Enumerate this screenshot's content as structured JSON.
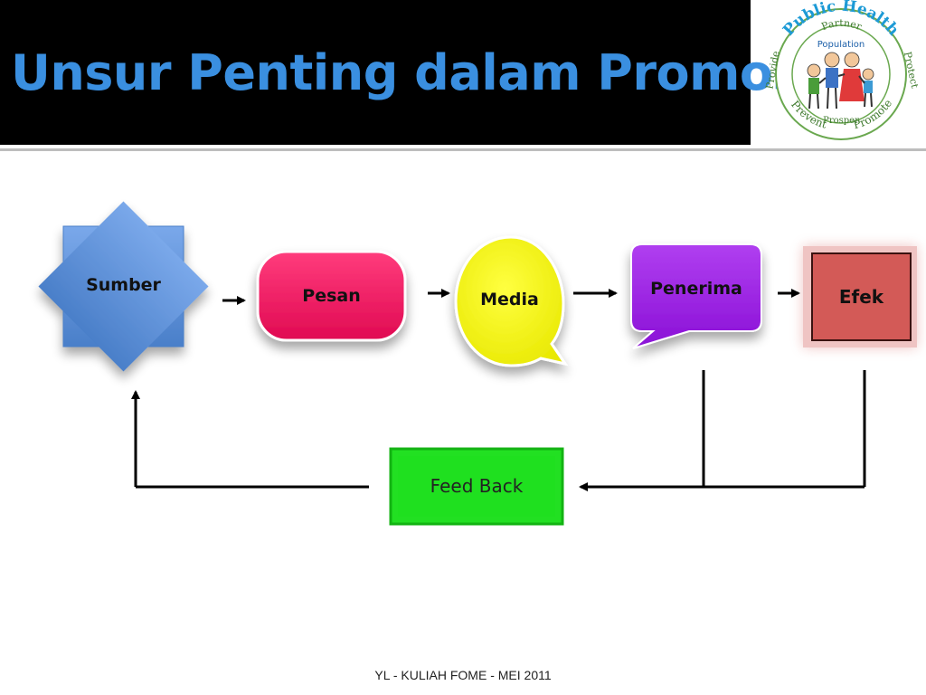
{
  "slide": {
    "title": "Unsur Penting dalam Promosi",
    "footer": "YL - KULIAH FOME - MEI 2011"
  },
  "logo": {
    "outer_text": "Public Health",
    "partner": "Partner",
    "population": "Population",
    "provide": "Provide",
    "protect": "Protect",
    "prevent": "Prevent",
    "promote": "Promote",
    "prosper": "Prosper"
  },
  "diagram": {
    "nodes": [
      {
        "id": "sumber",
        "label": "Sumber",
        "shape": "star",
        "color": "#5b8fd6"
      },
      {
        "id": "pesan",
        "label": "Pesan",
        "shape": "rounded-rectangle",
        "color": "#f0125c"
      },
      {
        "id": "media",
        "label": "Media",
        "shape": "speech-bubble-oval",
        "color": "#f4f40a"
      },
      {
        "id": "penerima",
        "label": "Penerima",
        "shape": "speech-bubble-rect",
        "color": "#9b1de0"
      },
      {
        "id": "efek",
        "label": "Efek",
        "shape": "rectangle",
        "color": "#d35a57"
      },
      {
        "id": "feedback",
        "label": "Feed Back",
        "shape": "rectangle",
        "color": "#1fe01f"
      }
    ],
    "edges": [
      {
        "from": "sumber",
        "to": "pesan"
      },
      {
        "from": "pesan",
        "to": "media"
      },
      {
        "from": "media",
        "to": "penerima"
      },
      {
        "from": "penerima",
        "to": "efek"
      },
      {
        "from": "penerima",
        "to": "feedback"
      },
      {
        "from": "efek",
        "to": "feedback"
      },
      {
        "from": "feedback",
        "to": "sumber"
      }
    ]
  }
}
